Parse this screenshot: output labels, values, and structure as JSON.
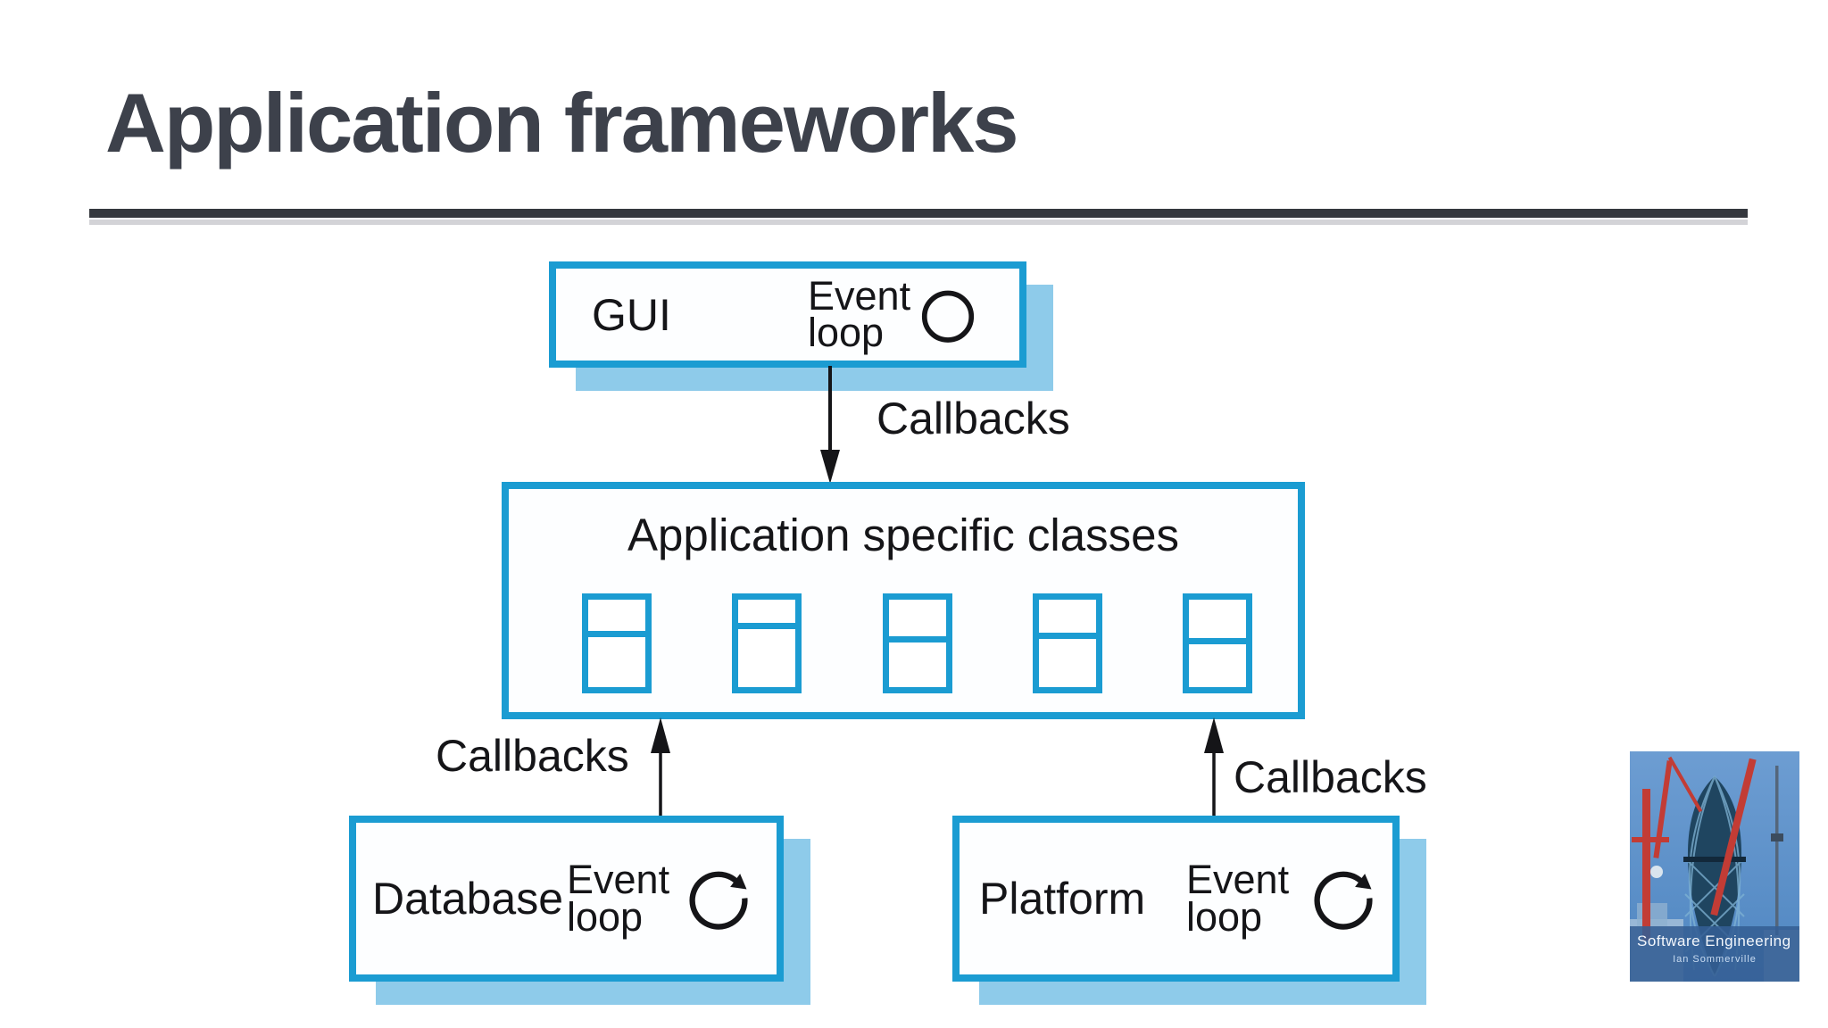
{
  "slide": {
    "title": "Application frameworks",
    "figure": {
      "gui_box": {
        "label": "GUI",
        "event_loop": "Event loop"
      },
      "application_box": {
        "label": "Application specific classes",
        "class_symbols": [
          {
            "divider_pct": 36
          },
          {
            "divider_pct": 27
          },
          {
            "divider_pct": 42
          },
          {
            "divider_pct": 38
          },
          {
            "divider_pct": 44
          }
        ]
      },
      "database_box": {
        "label": "Database",
        "event_loop": "Event loop"
      },
      "platform_box": {
        "label": "Platform",
        "event_loop": "Event loop"
      },
      "callbacks_labels": {
        "top": "Callbacks",
        "left": "Callbacks",
        "right": "Callbacks"
      }
    },
    "book_cover": {
      "title": "Software Engineering",
      "author": "Ian Sommerville"
    },
    "colors": {
      "accent_cyan": "#1b9cd2",
      "box_shadow_blue": "#8ecbea",
      "box_fill": "#fdfeff",
      "diagram_ink": "#151518",
      "title_text": "#3d414b",
      "rule_dark": "#35383e",
      "rule_light": "#d3d3d7"
    }
  }
}
